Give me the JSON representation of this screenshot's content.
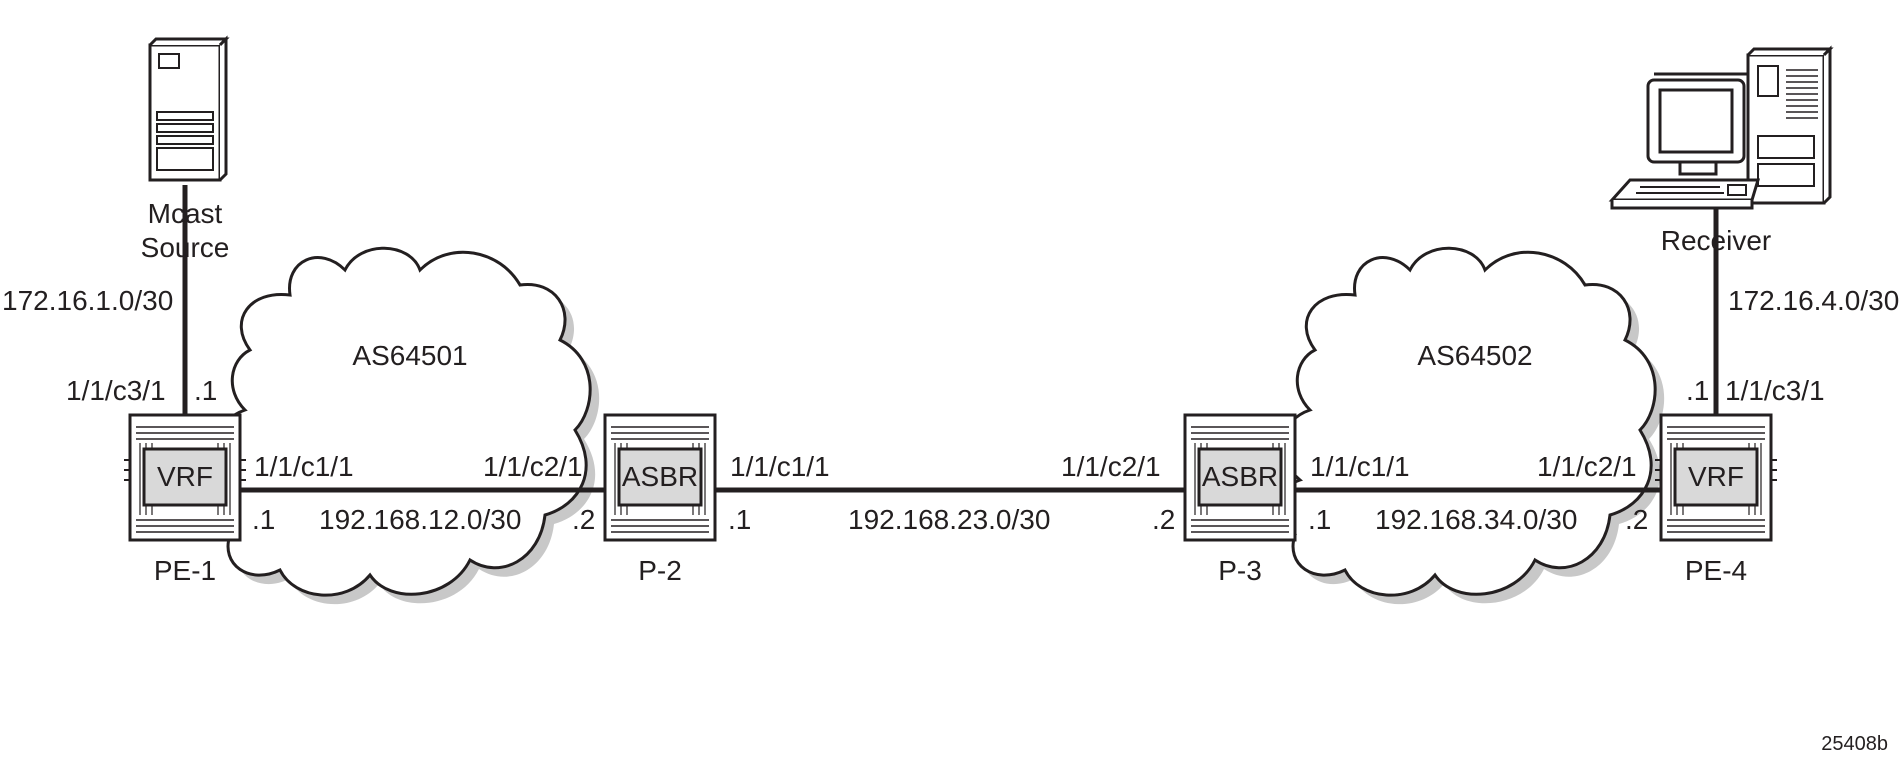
{
  "nodes": {
    "mcast_source": {
      "label_line1": "Mcast",
      "label_line2": "Source",
      "subnet": "172.16.1.0/30"
    },
    "receiver": {
      "label": "Receiver",
      "subnet": "172.16.4.0/30"
    },
    "pe1": {
      "name": "PE-1",
      "box": "VRF",
      "port_up": "1/1/c3/1",
      "ip_up": ".1",
      "port_right": "1/1/c1/1",
      "ip_right": ".1"
    },
    "p2": {
      "name": "P-2",
      "box": "ASBR",
      "port_left": "1/1/c2/1",
      "ip_left": ".2",
      "port_right": "1/1/c1/1",
      "ip_right": ".1"
    },
    "p3": {
      "name": "P-3",
      "box": "ASBR",
      "port_left": "1/1/c2/1",
      "ip_left": ".2",
      "port_right": "1/1/c1/1",
      "ip_right": ".1"
    },
    "pe4": {
      "name": "PE-4",
      "box": "VRF",
      "port_up": "1/1/c3/1",
      "ip_up": ".1",
      "port_left": "1/1/c2/1",
      "ip_left": ".2"
    }
  },
  "links": {
    "pe1_p2": "192.168.12.0/30",
    "p2_p3": "192.168.23.0/30",
    "p3_pe4": "192.168.34.0/30"
  },
  "clouds": {
    "left": "AS64501",
    "right": "AS64502"
  },
  "figure_id": "25408b"
}
